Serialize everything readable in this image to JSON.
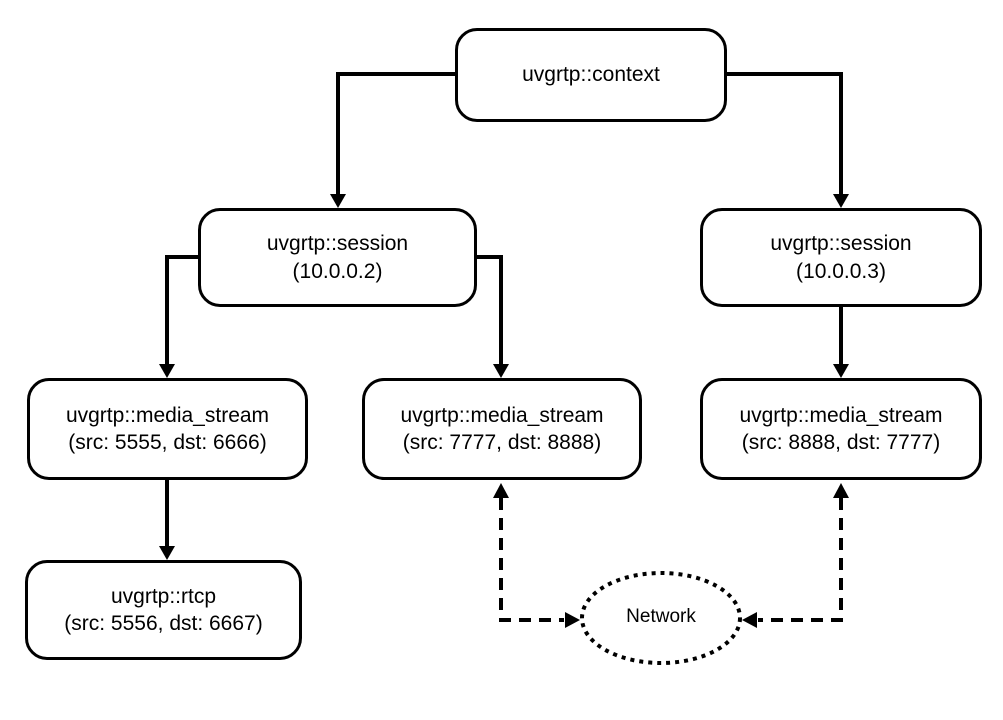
{
  "diagram": {
    "background": "#ffffff",
    "stroke_color": "#000000",
    "nodes": {
      "context": {
        "label": "uvgrtp::context"
      },
      "session_left": {
        "label": "uvgrtp::session",
        "detail": "(10.0.0.2)"
      },
      "session_right": {
        "label": "uvgrtp::session",
        "detail": "(10.0.0.3)"
      },
      "media_left": {
        "label": "uvgrtp::media_stream",
        "detail": "(src: 5555, dst: 6666)"
      },
      "media_mid": {
        "label": "uvgrtp::media_stream",
        "detail": "(src: 7777, dst: 8888)"
      },
      "media_right": {
        "label": "uvgrtp::media_stream",
        "detail": "(src: 8888, dst: 7777)"
      },
      "rtcp": {
        "label": "uvgrtp::rtcp",
        "detail": "(src: 5556, dst: 6667)"
      },
      "network": {
        "label": "Network"
      }
    },
    "edges": [
      {
        "from": "context",
        "to": "session_left",
        "style": "solid",
        "arrow": "to"
      },
      {
        "from": "context",
        "to": "session_right",
        "style": "solid",
        "arrow": "to"
      },
      {
        "from": "session_left",
        "to": "media_left",
        "style": "solid",
        "arrow": "to"
      },
      {
        "from": "session_left",
        "to": "media_mid",
        "style": "solid",
        "arrow": "to"
      },
      {
        "from": "session_right",
        "to": "media_right",
        "style": "solid",
        "arrow": "to"
      },
      {
        "from": "media_left",
        "to": "rtcp",
        "style": "solid",
        "arrow": "to"
      },
      {
        "from": "media_mid",
        "to": "network",
        "style": "dashed",
        "arrow": "both"
      },
      {
        "from": "media_right",
        "to": "network",
        "style": "dashed",
        "arrow": "both"
      }
    ]
  }
}
